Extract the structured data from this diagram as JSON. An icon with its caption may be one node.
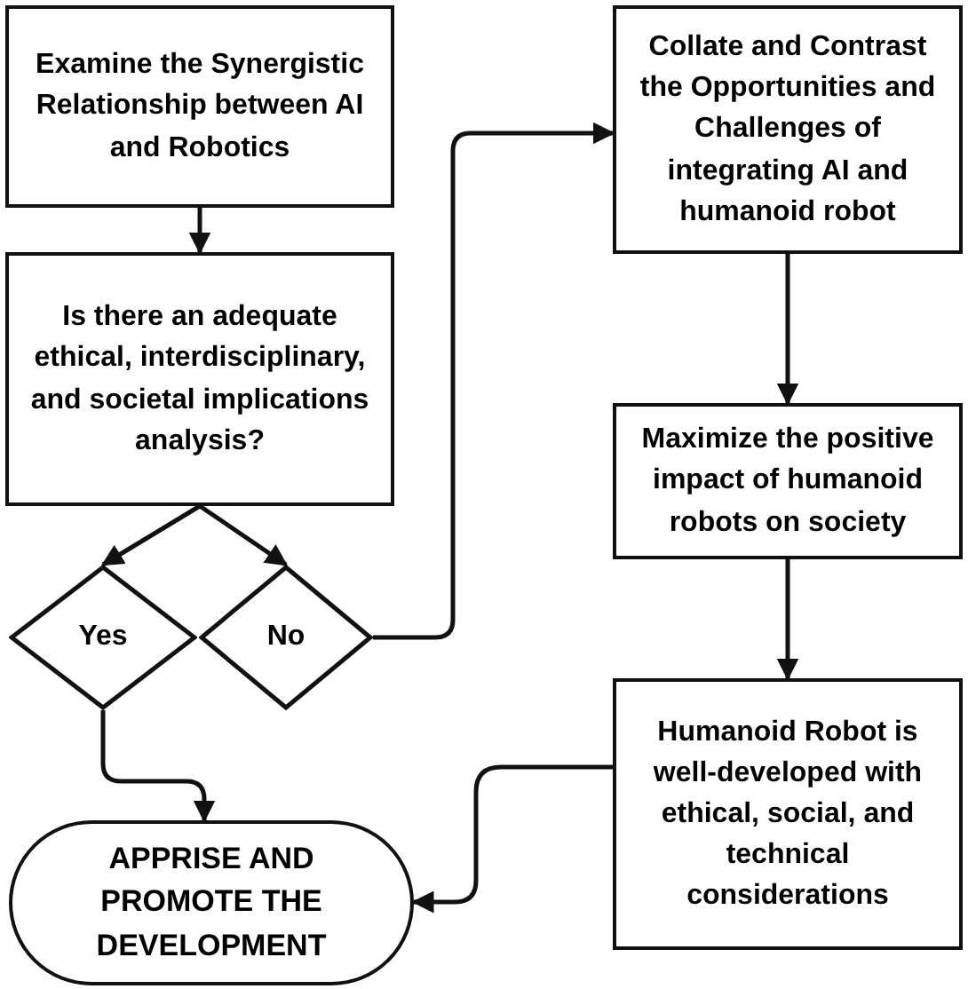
{
  "diagram": {
    "nodes": [
      {
        "text": [
          "Examine the Synergistic Relationship between AI and Robotics"
        ]
      },
      {
        "text": [
          "Is there an adequate ethical, interdisciplinary, and societal implications analysis?"
        ]
      },
      {
        "text": [
          "Yes"
        ]
      },
      {
        "text": [
          "No"
        ]
      },
      {
        "text": [
          "Collate and Contrast the Opportunities and Challenges of integrating AI and humanoid robot"
        ]
      },
      {
        "text": [
          "Maximize the positive impact of humanoid robots on society"
        ]
      },
      {
        "text": [
          "Humanoid Robot is well-developed with ethical, social, and technical considerations"
        ]
      },
      {
        "text": [
          "APPRISE AND PROMOTE THE DEVELOPMENT"
        ]
      }
    ],
    "edges": [
      {
        "from": 0,
        "to": 1,
        "arrow": "to"
      },
      {
        "from": 1,
        "to": 2,
        "arrow": "to"
      },
      {
        "from": 1,
        "to": 3,
        "arrow": "to"
      },
      {
        "from": 3,
        "to": 4,
        "arrow": "to"
      },
      {
        "from": 4,
        "to": 5,
        "arrow": "to"
      },
      {
        "from": 5,
        "to": 6,
        "arrow": "to"
      },
      {
        "from": 6,
        "to": 7,
        "arrow": "to"
      },
      {
        "from": 2,
        "to": 7,
        "arrow": "to"
      }
    ]
  }
}
